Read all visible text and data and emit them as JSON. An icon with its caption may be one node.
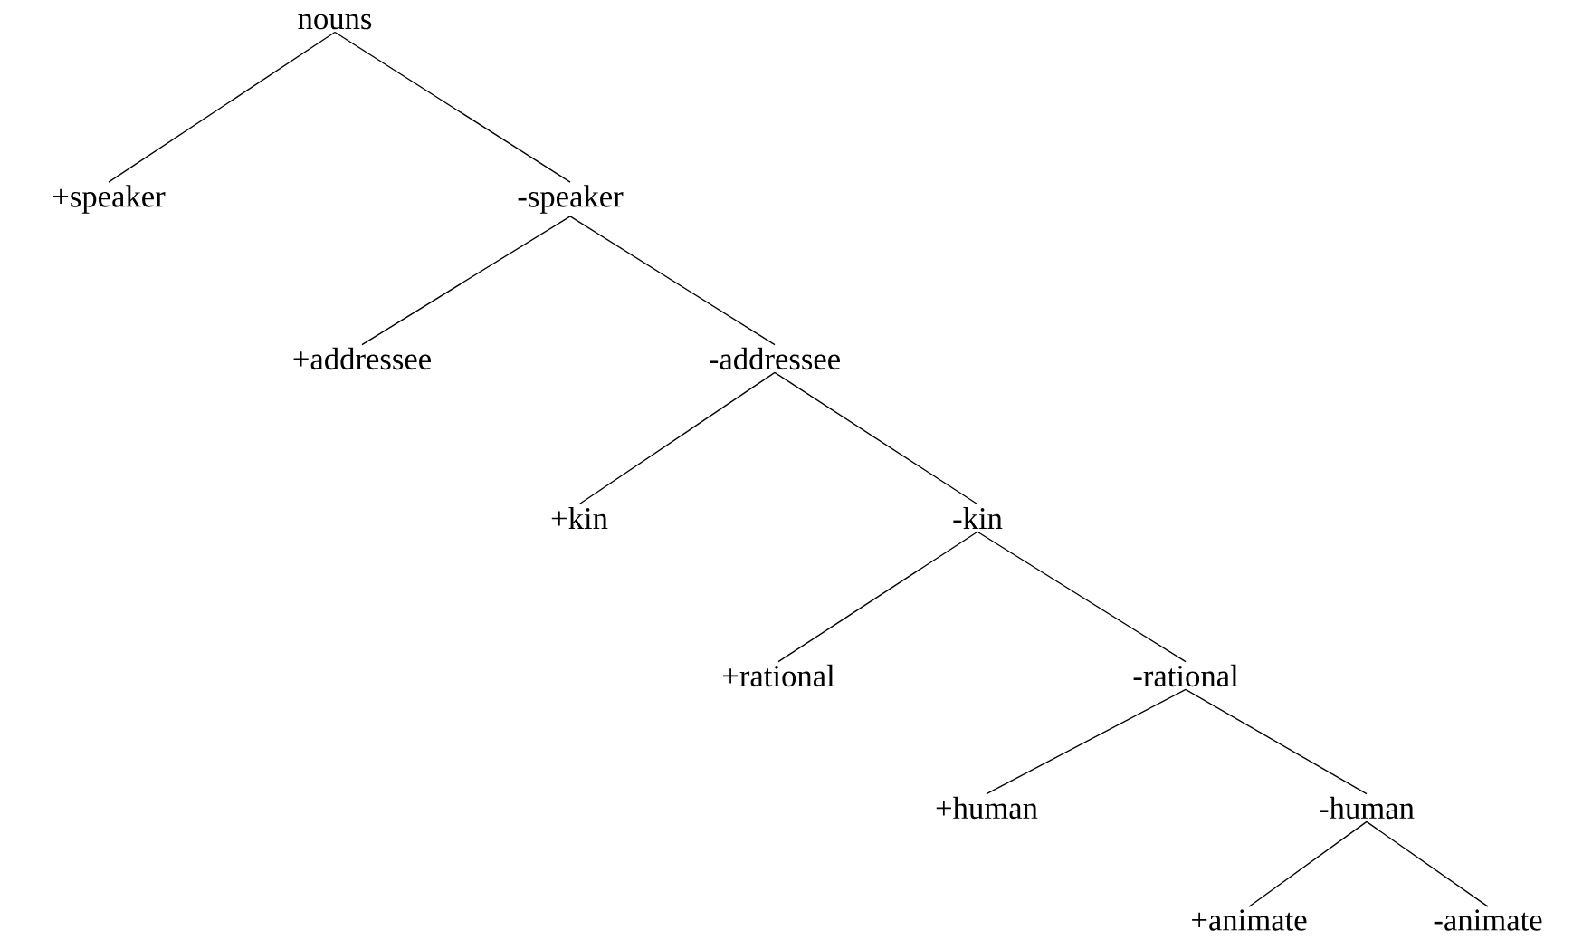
{
  "diagram": {
    "nodes": [
      {
        "text": [
          "nouns"
        ]
      },
      {
        "text": [
          "+speaker"
        ]
      },
      {
        "text": [
          "-speaker"
        ]
      },
      {
        "text": [
          "+addressee"
        ]
      },
      {
        "text": [
          "-addressee"
        ]
      },
      {
        "text": [
          "+kin"
        ]
      },
      {
        "text": [
          "-kin"
        ]
      },
      {
        "text": [
          "+rational"
        ]
      },
      {
        "text": [
          "-rational"
        ]
      },
      {
        "text": [
          "+human"
        ]
      },
      {
        "text": [
          "-human"
        ]
      },
      {
        "text": [
          "+animate"
        ]
      },
      {
        "text": [
          "-animate"
        ]
      }
    ],
    "edges": [
      {
        "from": 0,
        "to": 1,
        "arrow": "none"
      },
      {
        "from": 0,
        "to": 2,
        "arrow": "none"
      },
      {
        "from": 2,
        "to": 3,
        "arrow": "none"
      },
      {
        "from": 2,
        "to": 4,
        "arrow": "none"
      },
      {
        "from": 4,
        "to": 5,
        "arrow": "none"
      },
      {
        "from": 4,
        "to": 6,
        "arrow": "none"
      },
      {
        "from": 6,
        "to": 7,
        "arrow": "none"
      },
      {
        "from": 6,
        "to": 8,
        "arrow": "none"
      },
      {
        "from": 8,
        "to": 9,
        "arrow": "none"
      },
      {
        "from": 8,
        "to": 10,
        "arrow": "none"
      },
      {
        "from": 10,
        "to": 11,
        "arrow": "none"
      },
      {
        "from": 10,
        "to": 12,
        "arrow": "none"
      }
    ]
  }
}
